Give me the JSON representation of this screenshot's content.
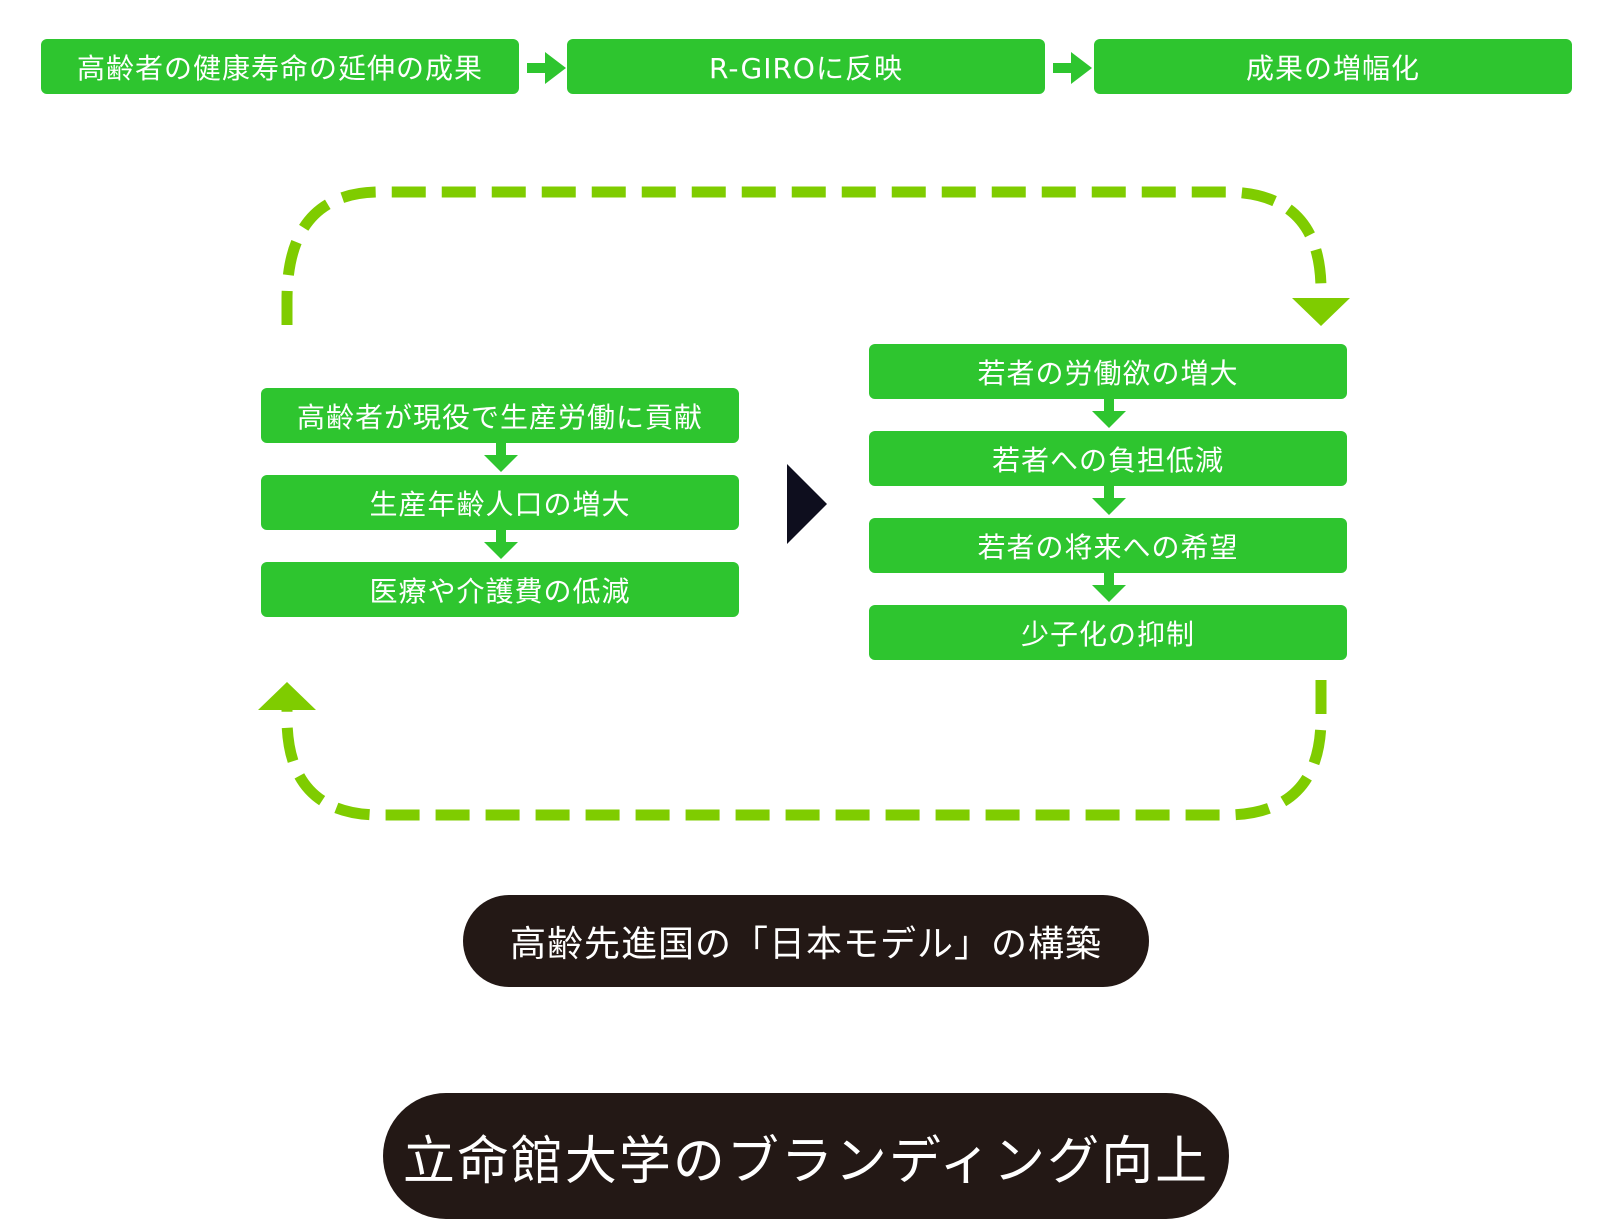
{
  "top_flow": {
    "items": [
      "高齢者の健康寿命の延伸の成果",
      "R-GIROに反映",
      "成果の増幅化"
    ]
  },
  "left_column": {
    "items": [
      "高齢者が現役で生産労働に貢献",
      "生産年齢人口の増大",
      "医療や介護費の低減"
    ]
  },
  "right_column": {
    "items": [
      "若者の労働欲の増大",
      "若者への負担低減",
      "若者の将来への希望",
      "少子化の抑制"
    ]
  },
  "model_pill": {
    "label": "高齢先進国の「日本モデル」の構築"
  },
  "branding_pill": {
    "label": "立命館大学のブランディング向上"
  },
  "colors": {
    "box_green": "#2ec52f",
    "arrow_green": "#2ec52f",
    "cycle_green": "#7fcc00",
    "pill_dark": "#231815",
    "chevron_dark": "#0e0e1e"
  }
}
